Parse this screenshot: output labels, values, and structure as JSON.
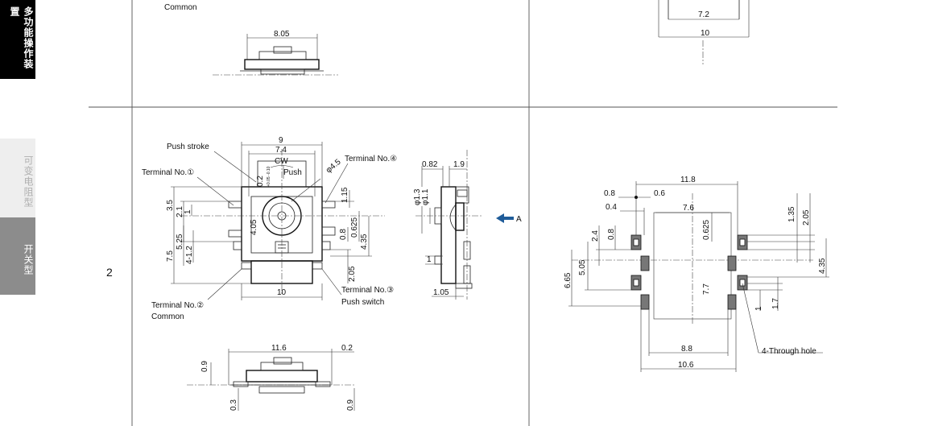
{
  "sidebar": {
    "tabs": [
      {
        "label": "多功能操作装置"
      },
      {
        "label": "可变电阻型"
      },
      {
        "label": "开关型"
      }
    ]
  },
  "row_number": "2",
  "top_left": {
    "label_common": "Common",
    "dim_width": "8.05"
  },
  "top_right": {
    "dim_inner": "7.2",
    "dim_outer": "10"
  },
  "front_view": {
    "labels": {
      "push_stroke": "Push stroke",
      "terminal_1": "Terminal No.①",
      "terminal_4": "Terminal No.④",
      "terminal_2": "Terminal No.②",
      "common": "Common",
      "terminal_3": "Terminal No.③",
      "push_switch": "Push switch",
      "cw": "CW",
      "push": "Push",
      "diameter": "φ4.5",
      "tolerance": "+0.05 -0.10",
      "stroke_value": "0.2"
    },
    "dims": {
      "top_9": "9",
      "top_7_4": "7.4",
      "bottom_10": "10",
      "left_3_5": "3.5",
      "left_2_1": "2.1",
      "left_1": "1",
      "left_5_25": "5.25",
      "left_7_5": "7.5",
      "left_4_12": "4-1.2",
      "center_4_05": "4.05",
      "right_1_15": "1.15",
      "right_0_625": "0.625",
      "right_0_8": "0.8",
      "right_4_35": "4.35",
      "right_2_05": "2.05"
    }
  },
  "side_view": {
    "dims": {
      "top_0_82": "0.82",
      "top_1_9": "1.9",
      "left_1_3": "φ1.3",
      "left_1_1": "φ1.1",
      "left_1": "1",
      "bottom_1_05": "1.05"
    },
    "view_label": "A",
    "arrow_color": "#1f5c99"
  },
  "bottom_view": {
    "dims": {
      "top_11_6": "11.6",
      "top_0_2": "0.2",
      "left_0_9": "0.9",
      "left_0_3": "0.3",
      "right_0_9": "0.9"
    }
  },
  "pcb_layout": {
    "labels": {
      "through_hole": "4-Through hole"
    },
    "dims": {
      "top_11_8": "11.8",
      "top_0_8": "0.8",
      "top_0_6": "0.6",
      "top_0_4": "0.4",
      "top_7_6": "7.6",
      "left_2_4": "2.4",
      "left_0_8": "0.8",
      "left_5_05": "5.05",
      "left_6_65": "6.65",
      "center_0_625": "0.625",
      "center_7_7": "7.7",
      "right_1_35": "1.35",
      "right_2_05": "2.05",
      "right_4_35": "4.35",
      "right_1": "1",
      "right_1_7": "1.7",
      "bottom_8_8": "8.8",
      "bottom_10_6": "10.6"
    }
  }
}
